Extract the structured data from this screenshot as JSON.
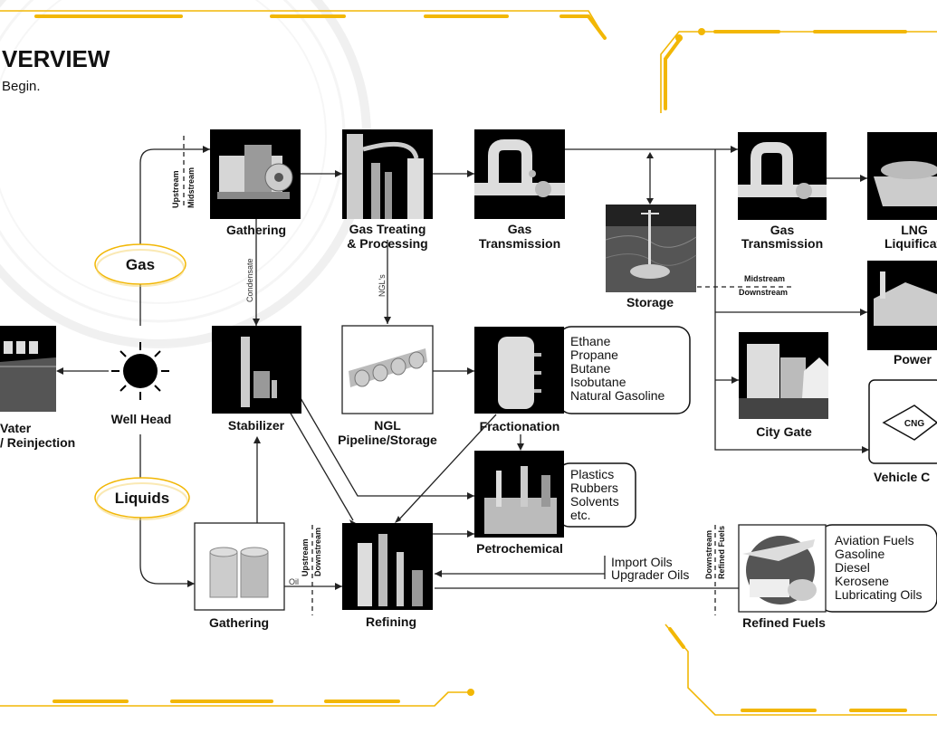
{
  "header": {
    "title": "VERVIEW",
    "subtitle": "Begin."
  },
  "pills": {
    "gas": "Gas",
    "liquids": "Liquids"
  },
  "nodes": {
    "gathering_gas": "Gathering",
    "gas_treating_1": "Gas Treating",
    "gas_treating_2": "& Processing",
    "gas_transmission_1": "Gas",
    "gas_transmission_2": "Transmission",
    "storage": "Storage",
    "gas_transmission_b_1": "Gas",
    "gas_transmission_b_2": "Transmission",
    "lng_1": "LNG",
    "lng_2": "Liquificati",
    "power": "Power",
    "city_gate": "City Gate",
    "vehicle": "Vehicle C",
    "cng": "CNG",
    "water_1": "Vater",
    "water_2": "/ Reinjection",
    "well_head": "Well Head",
    "stabilizer": "Stabilizer",
    "ngl_1": "NGL",
    "ngl_2": "Pipeline/Storage",
    "fractionation": "Fractionation",
    "petrochemical": "Petrochemical",
    "gathering_liquids": "Gathering",
    "refining": "Refining",
    "refined_fuels": "Refined Fuels"
  },
  "lists": {
    "fractionation": [
      "Ethane",
      "Propane",
      "Butane",
      "Isobutane",
      "Natural Gasoline"
    ],
    "petrochemical": [
      "Plastics",
      "Rubbers",
      "Solvents",
      "etc."
    ],
    "refined_fuels": [
      "Aviation Fuels",
      "Gasoline",
      "Diesel",
      "Kerosene",
      "Lubricating Oils"
    ],
    "imports": [
      "Import Oils",
      "Upgrader Oils"
    ]
  },
  "flow_labels": {
    "upstream": "Upstream",
    "midstream": "Midstream",
    "condensate": "Condensate",
    "ngls": "NGL's",
    "oil": "Oil",
    "downstream": "Downstream",
    "refined_fuels_v": "Refined Fuels"
  },
  "colors": {
    "accent": "#f2b705",
    "tile": "#000000"
  }
}
